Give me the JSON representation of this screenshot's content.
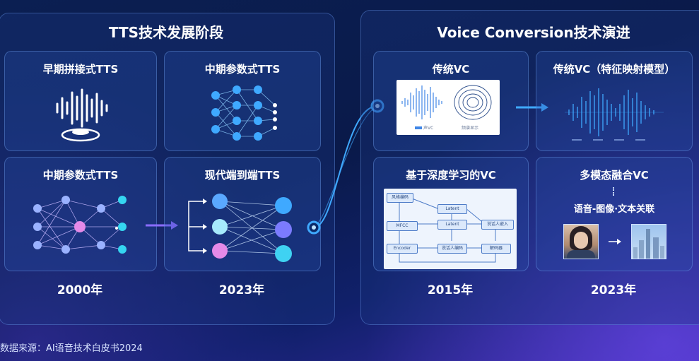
{
  "tts": {
    "title": "TTS技术发展阶段",
    "cards": [
      {
        "title": "早期拼接式TTS",
        "icon": "waveform-speaker-icon"
      },
      {
        "title": "中期参数式TTS",
        "icon": "neural-network-icon"
      },
      {
        "title": "中期参数式TTS",
        "icon": "neural-network-icon"
      },
      {
        "title": "现代端到端TTS",
        "icon": "end-to-end-network-icon"
      }
    ],
    "years": [
      "2000年",
      "2023年"
    ]
  },
  "vc": {
    "title": "Voice Conversion技术演进",
    "cards": [
      {
        "title": "传统VC",
        "legend": [
          "声VC",
          "频谱显示"
        ]
      },
      {
        "title": "传统VC（特征映射模型）"
      },
      {
        "title": "基于深度学习的VC",
        "boxes": [
          "风格编码",
          "Latent",
          "MFCC",
          "Latent",
          "说话人嵌入",
          "Encoder",
          "说话人编码",
          "解码器"
        ]
      },
      {
        "title": "多模态融合VC",
        "subtitle": "语音-图像·文本关联"
      }
    ],
    "years": [
      "2015年",
      "2023年"
    ]
  },
  "source": "数据来源：AI语音技术白皮书2024",
  "colors": {
    "accent": "#3fa9ff",
    "purple": "#8a6cff",
    "pink": "#e58ae8",
    "cyan": "#35d6f0"
  }
}
